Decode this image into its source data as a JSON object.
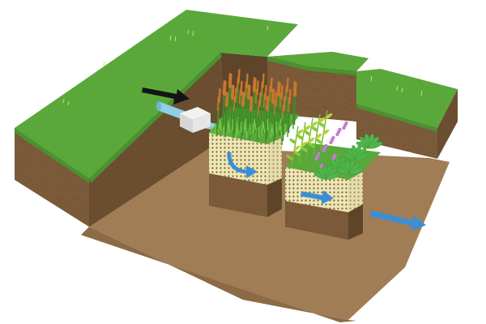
{
  "diagram": {
    "labels": [],
    "colors": {
      "grass": "#5aa83a",
      "grass_dark": "#4a9130",
      "soil_side": "#7a5a38",
      "soil_side_dark": "#6b4e30",
      "pit_floor": "#a07d55",
      "pit_floor_light": "#ae8b62",
      "media": "#efe6b4",
      "media_dot": "#6b6040",
      "flow_arrow": "#3a8fd6",
      "inlet_arrow": "#141414",
      "pipe": "#8fd0e8",
      "reed": "#c7782e",
      "flower": "#c77bd0"
    },
    "components": [
      "inlet-pipe",
      "distribution-box",
      "vertical-flow-bed",
      "horizontal-flow-bed",
      "outlet-flow"
    ]
  }
}
